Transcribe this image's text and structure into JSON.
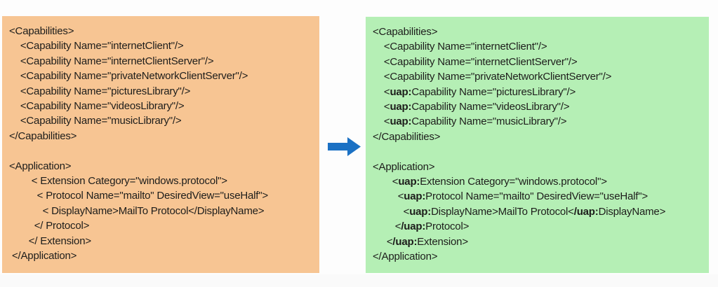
{
  "colors": {
    "left_panel_bg": "#f7c593",
    "right_panel_bg": "#b5efb5",
    "text": "#1d1d1b",
    "arrow_blue": "#1b71c4",
    "page_bg": "#fdfdfd"
  },
  "arrow": {
    "name": "right-arrow-icon",
    "direction": "right"
  },
  "left_block": {
    "description": "old-manifest-xml",
    "lines": [
      [
        {
          "t": "<Capabilities>"
        }
      ],
      [
        {
          "t": "    <Capability Name=\"internetClient\"/>"
        }
      ],
      [
        {
          "t": "    <Capability Name=\"internetClientServer\"/>"
        }
      ],
      [
        {
          "t": "    <Capability Name=\"privateNetworkClientServer\"/>"
        }
      ],
      [
        {
          "t": "    <Capability Name=\"picturesLibrary\"/>"
        }
      ],
      [
        {
          "t": "    <Capability Name=\"videosLibrary\"/>"
        }
      ],
      [
        {
          "t": "    <Capability Name=\"musicLibrary\"/>"
        }
      ],
      [
        {
          "t": "</Capabilities>"
        }
      ],
      [],
      [
        {
          "t": "<Application>"
        }
      ],
      [
        {
          "t": "        < Extension Category=\"windows.protocol\">"
        }
      ],
      [
        {
          "t": "          < Protocol Name=\"mailto\" DesiredView=\"useHalf\">"
        }
      ],
      [
        {
          "t": "            < DisplayName>MailTo Protocol</DisplayName>"
        }
      ],
      [
        {
          "t": "         </ Protocol>"
        }
      ],
      [
        {
          "t": "       </ Extension>"
        }
      ],
      [
        {
          "t": " </Application>"
        }
      ]
    ]
  },
  "right_block": {
    "description": "uap-manifest-xml",
    "lines": [
      [
        {
          "t": "<Capabilities>"
        }
      ],
      [
        {
          "t": "    <Capability Name=\"internetClient\"/>"
        }
      ],
      [
        {
          "t": "    <Capability Name=\"internetClientServer\"/>"
        }
      ],
      [
        {
          "t": "    <Capability Name=\"privateNetworkClientServer\"/>"
        }
      ],
      [
        {
          "t": "    <"
        },
        {
          "t": "uap:",
          "b": true
        },
        {
          "t": "Capability Name=\"picturesLibrary\"/>"
        }
      ],
      [
        {
          "t": "    <"
        },
        {
          "t": "uap:",
          "b": true
        },
        {
          "t": "Capability Name=\"videosLibrary\"/>"
        }
      ],
      [
        {
          "t": "    <"
        },
        {
          "t": "uap:",
          "b": true
        },
        {
          "t": "Capability Name=\"musicLibrary\"/>"
        }
      ],
      [
        {
          "t": "</Capabilities>"
        }
      ],
      [],
      [
        {
          "t": "<Application>"
        }
      ],
      [
        {
          "t": "       <"
        },
        {
          "t": "uap:",
          "b": true
        },
        {
          "t": "Extension Category=\"windows.protocol\">"
        }
      ],
      [
        {
          "t": "         <"
        },
        {
          "t": "uap:",
          "b": true
        },
        {
          "t": "Protocol Name=\"mailto\" DesiredView=\"useHalf\">"
        }
      ],
      [
        {
          "t": "           <"
        },
        {
          "t": "uap:",
          "b": true
        },
        {
          "t": "DisplayName>MailTo Protocol<"
        },
        {
          "t": "/uap:",
          "b": true
        },
        {
          "t": "DisplayName>"
        }
      ],
      [
        {
          "t": "        <"
        },
        {
          "t": "/uap:",
          "b": true
        },
        {
          "t": "Protocol>"
        }
      ],
      [
        {
          "t": "     <"
        },
        {
          "t": "/uap:",
          "b": true
        },
        {
          "t": "Extension>"
        }
      ],
      [
        {
          "t": "</Application>"
        }
      ]
    ]
  }
}
